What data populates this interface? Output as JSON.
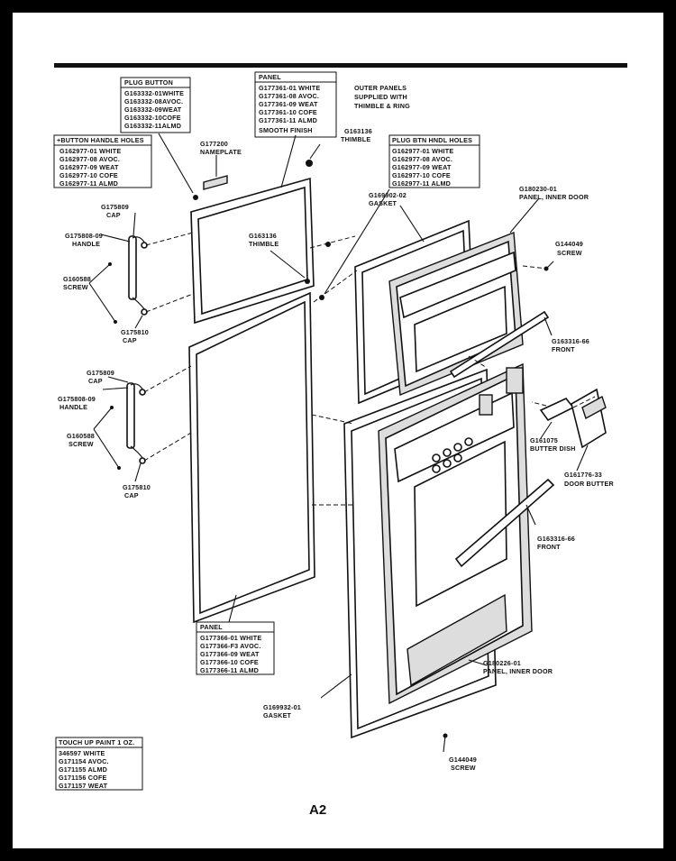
{
  "page_number": "A2",
  "tables": {
    "plug_button": {
      "header": "PLUG BUTTON",
      "rows": [
        "G163332-01WHITE",
        "G163332-08AVOC.",
        "G163332-09WEAT",
        "G163332-10COFE",
        "G163332-11ALMD"
      ]
    },
    "button_handle_holes": {
      "header": "+BUTTON HANDLE HOLES",
      "rows": [
        "G162977-01 WHITE",
        "G162977-08 AVOC.",
        "G162977-09 WEAT",
        "G162977-10 COFE",
        "G162977-11 ALMD"
      ]
    },
    "panel_top": {
      "header": "PANEL",
      "rows": [
        "G177361-01 WHITE",
        "G177361-08 AVOC.",
        "G177361-09 WEAT",
        "G177361-10 COFE",
        "G177361-11 ALMD",
        "SMOOTH FINISH"
      ]
    },
    "plug_btn_hndl_holes": {
      "header": "PLUG BTN HNDL HOLES",
      "rows": [
        "G162977-01 WHITE",
        "G162977-08 AVOC.",
        "G162977-09 WEAT",
        "G162977-10 COFE",
        "G162977-11 ALMD"
      ]
    },
    "panel_bottom": {
      "header": "PANEL",
      "rows": [
        "G177366-01 WHITE",
        "G177366-F3 AVOC.",
        "G177366-09 WEAT",
        "G177366-10 COFE",
        "G177366-11 ALMD"
      ]
    },
    "touch_up_paint": {
      "header": "TOUCH UP PAINT 1 OZ.",
      "rows": [
        "346597 WHITE",
        "G171154 AVOC.",
        "G171155 ALMD",
        "G171156 COFE",
        "G171157 WEAT"
      ]
    }
  },
  "notes": {
    "outer_panels": [
      "OUTER PANELS",
      "SUPPLIED WITH",
      "THIMBLE & RING"
    ]
  },
  "callouts": {
    "nameplate": [
      "G177200",
      "NAMEPLATE"
    ],
    "thimble_top": [
      "G163136",
      "THIMBLE"
    ],
    "thimble_mid": [
      "G163136",
      "THIMBLE"
    ],
    "gasket_top": [
      "G169902-02",
      "GASKET"
    ],
    "panel_inner_door_top": [
      "G180230-01",
      "PANEL, INNER DOOR"
    ],
    "screw_right_top": [
      "G144049",
      "SCREW"
    ],
    "front_top": [
      "G163316-66",
      "FRONT"
    ],
    "cap_top_1": [
      "G175809",
      "CAP"
    ],
    "handle_top": [
      "G175808-09",
      "HANDLE"
    ],
    "screw_left_top": [
      "G160588",
      "SCREW"
    ],
    "cap_top_2": [
      "G175810",
      "CAP"
    ],
    "cap_bot_1": [
      "G175809",
      "CAP"
    ],
    "handle_bot": [
      "G175808-09",
      "HANDLE"
    ],
    "screw_left_bot": [
      "G160588",
      "SCREW"
    ],
    "cap_bot_2": [
      "G175810",
      "CAP"
    ],
    "butter_dish": [
      "G161075",
      "BUTTER DISH"
    ],
    "door_butter": [
      "G161776-33",
      "DOOR BUTTER"
    ],
    "front_bot": [
      "G163316-66",
      "FRONT"
    ],
    "panel_inner_door_bot": [
      "G180226-01",
      "PANEL, INNER DOOR"
    ],
    "gasket_bot": [
      "G169932-01",
      "GASKET"
    ],
    "screw_bot": [
      "G144049",
      "SCREW"
    ]
  }
}
